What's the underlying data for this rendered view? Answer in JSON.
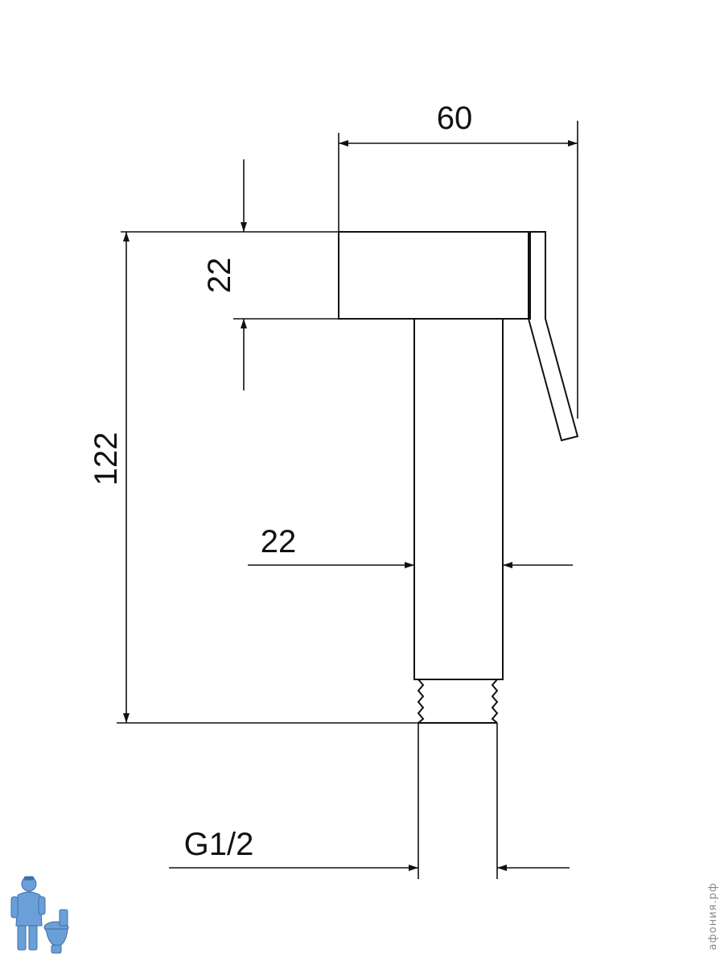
{
  "dimensions": {
    "width_label": "60",
    "handle_height_label": "22",
    "total_height_label": "122",
    "pipe_diameter_label": "22",
    "thread_label": "G1/2"
  },
  "watermark": {
    "text": "афония.рф"
  },
  "logo": {
    "icon": "plumber-with-toilet-icon"
  },
  "colors": {
    "line": "#111111",
    "logo_blue": "#6a9fd8"
  }
}
